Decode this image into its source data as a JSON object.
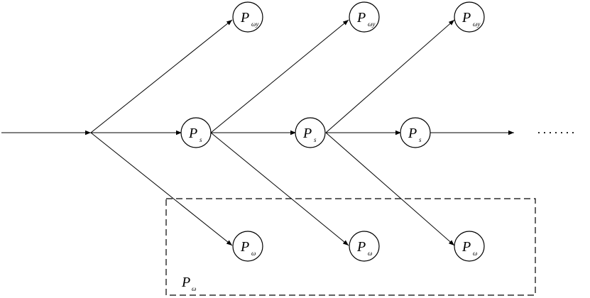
{
  "diagram": {
    "nodes": [
      {
        "id": "top1",
        "letter": "P",
        "sub": "ωy"
      },
      {
        "id": "top2",
        "letter": "P",
        "sub": "ωy"
      },
      {
        "id": "top3",
        "letter": "P",
        "sub": "ωy"
      },
      {
        "id": "mid1",
        "letter": "P",
        "sub": "s"
      },
      {
        "id": "mid2",
        "letter": "P",
        "sub": "s"
      },
      {
        "id": "mid3",
        "letter": "P",
        "sub": "s"
      },
      {
        "id": "bot1",
        "letter": "P",
        "sub": "ω"
      },
      {
        "id": "bot2",
        "letter": "P",
        "sub": "ω"
      },
      {
        "id": "bot3",
        "letter": "P",
        "sub": "ω"
      }
    ],
    "group": {
      "letter": "P",
      "sub": "ω"
    },
    "continuation": "·······"
  }
}
